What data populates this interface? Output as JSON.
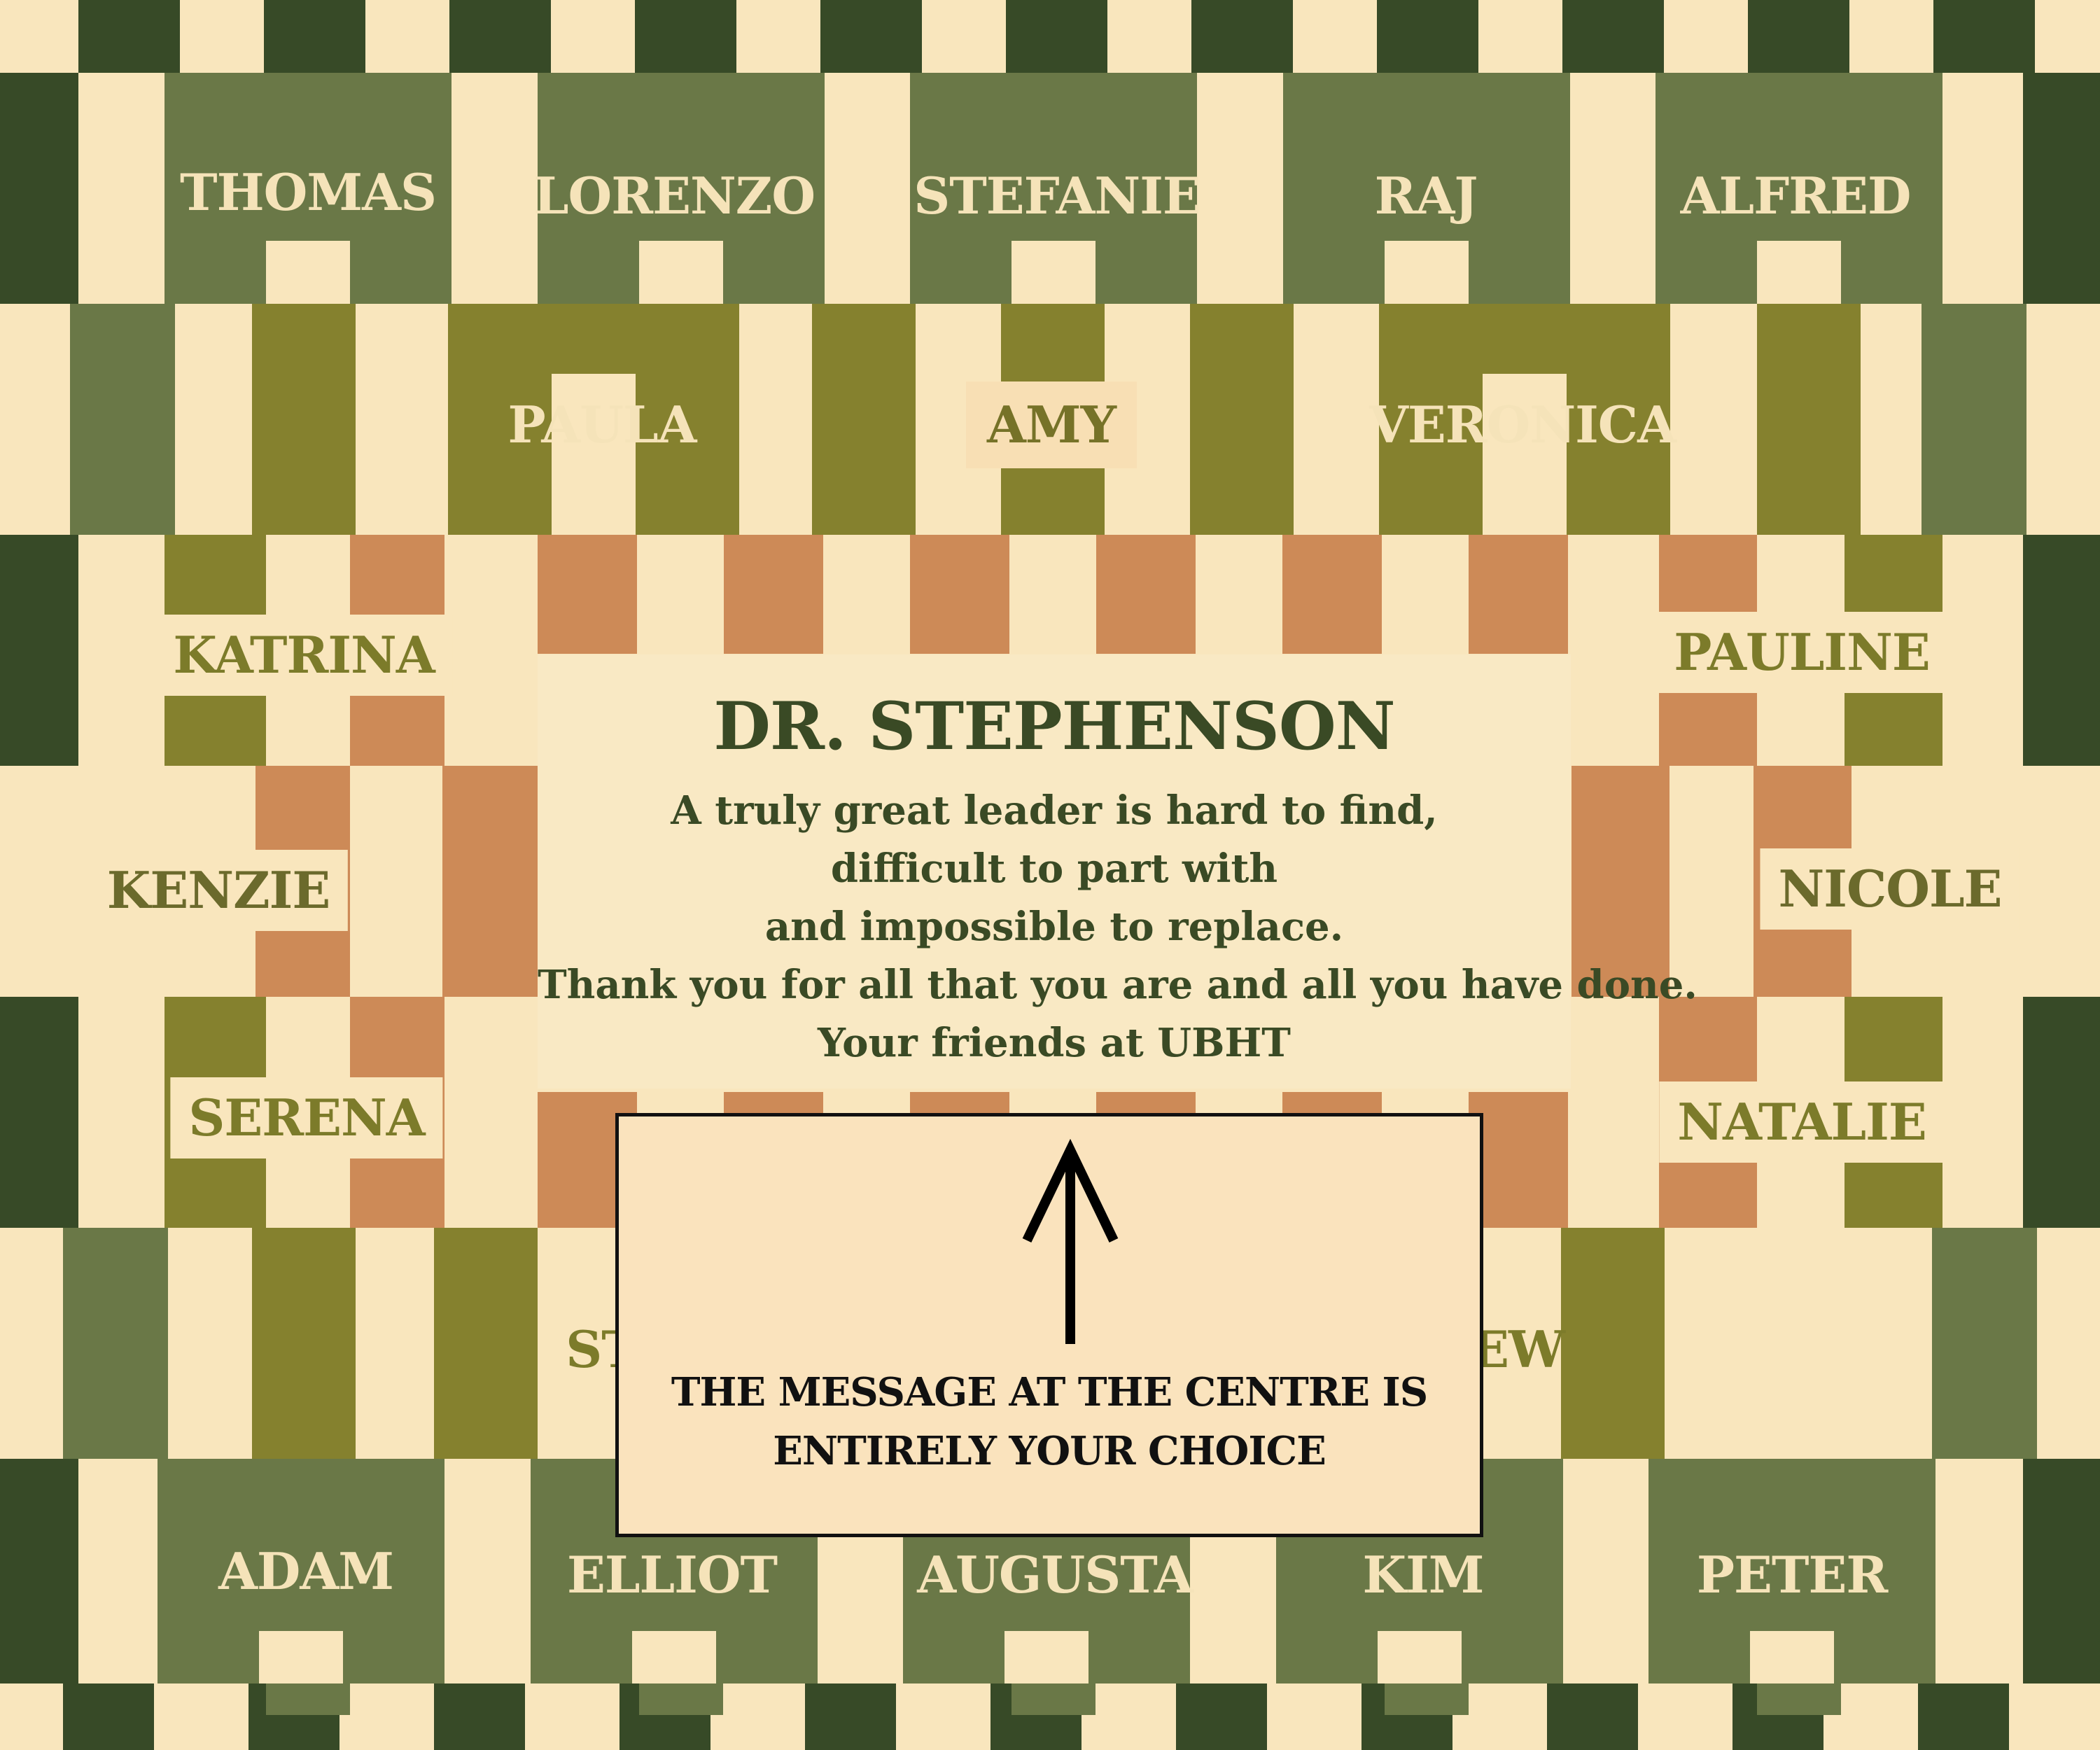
{
  "colors": {
    "cream": "#f9e6bd",
    "forest": "#374a27",
    "moss": "#6a7847",
    "olive": "#85812e",
    "terracotta": "#cd8a57",
    "text_dark": "#3a4a25",
    "text_olive": "#7c7b2a"
  },
  "names": {
    "row1": [
      "THOMAS",
      "LORENZO",
      "STEFANIE",
      "RAJ",
      "ALFRED"
    ],
    "row2": [
      "PAULA",
      "AMY",
      "VERONICA"
    ],
    "left": [
      "KATRINA",
      "KENZIE",
      "SERENA"
    ],
    "right": [
      "PAULINE",
      "NICOLE",
      "NATALIE"
    ],
    "row6": [
      "ST",
      "EW"
    ],
    "row7": [
      "ADAM",
      "ELLIOT",
      "AUGUSTA",
      "KIM",
      "PETER"
    ]
  },
  "message": {
    "title": "DR. STEPHENSON",
    "lines": [
      "A truly great leader is hard to find,",
      "difficult to part with",
      "and impossible to replace.",
      "Thank you for all that you are and all you have done.",
      "Your friends at UBHT"
    ]
  },
  "note": {
    "icon": "arrow-up-icon",
    "lines": [
      "THE MESSAGE AT THE CENTRE IS",
      "ENTIRELY YOUR CHOICE"
    ]
  }
}
